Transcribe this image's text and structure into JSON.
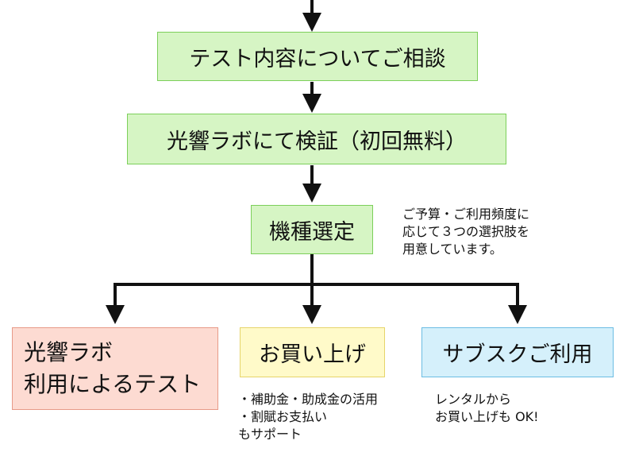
{
  "steps": {
    "consult": "テスト内容についてご相談",
    "verify": "光響ラボにて検証（初回無料）",
    "select": "機種選定"
  },
  "select_note": [
    "ご予算・ご利用頻度に",
    "応じて３つの選択肢を",
    "用意しています。"
  ],
  "options": {
    "lab": {
      "title_line1": "光響ラボ",
      "title_line2": "利用によるテスト"
    },
    "purchase": {
      "title": "お買い上げ",
      "notes": [
        "・補助金・助成金の活用",
        "・割賦お支払い",
        "もサポート"
      ]
    },
    "subscribe": {
      "title": "サブスクご利用",
      "notes": [
        "レンタルから",
        "お買い上げも OK!"
      ]
    }
  },
  "colors": {
    "green_fill": "#d6f5c4",
    "pink_fill": "#fddbd2",
    "yellow_fill": "#fffac9",
    "blue_fill": "#d5f0fb",
    "arrow": "#111111"
  }
}
